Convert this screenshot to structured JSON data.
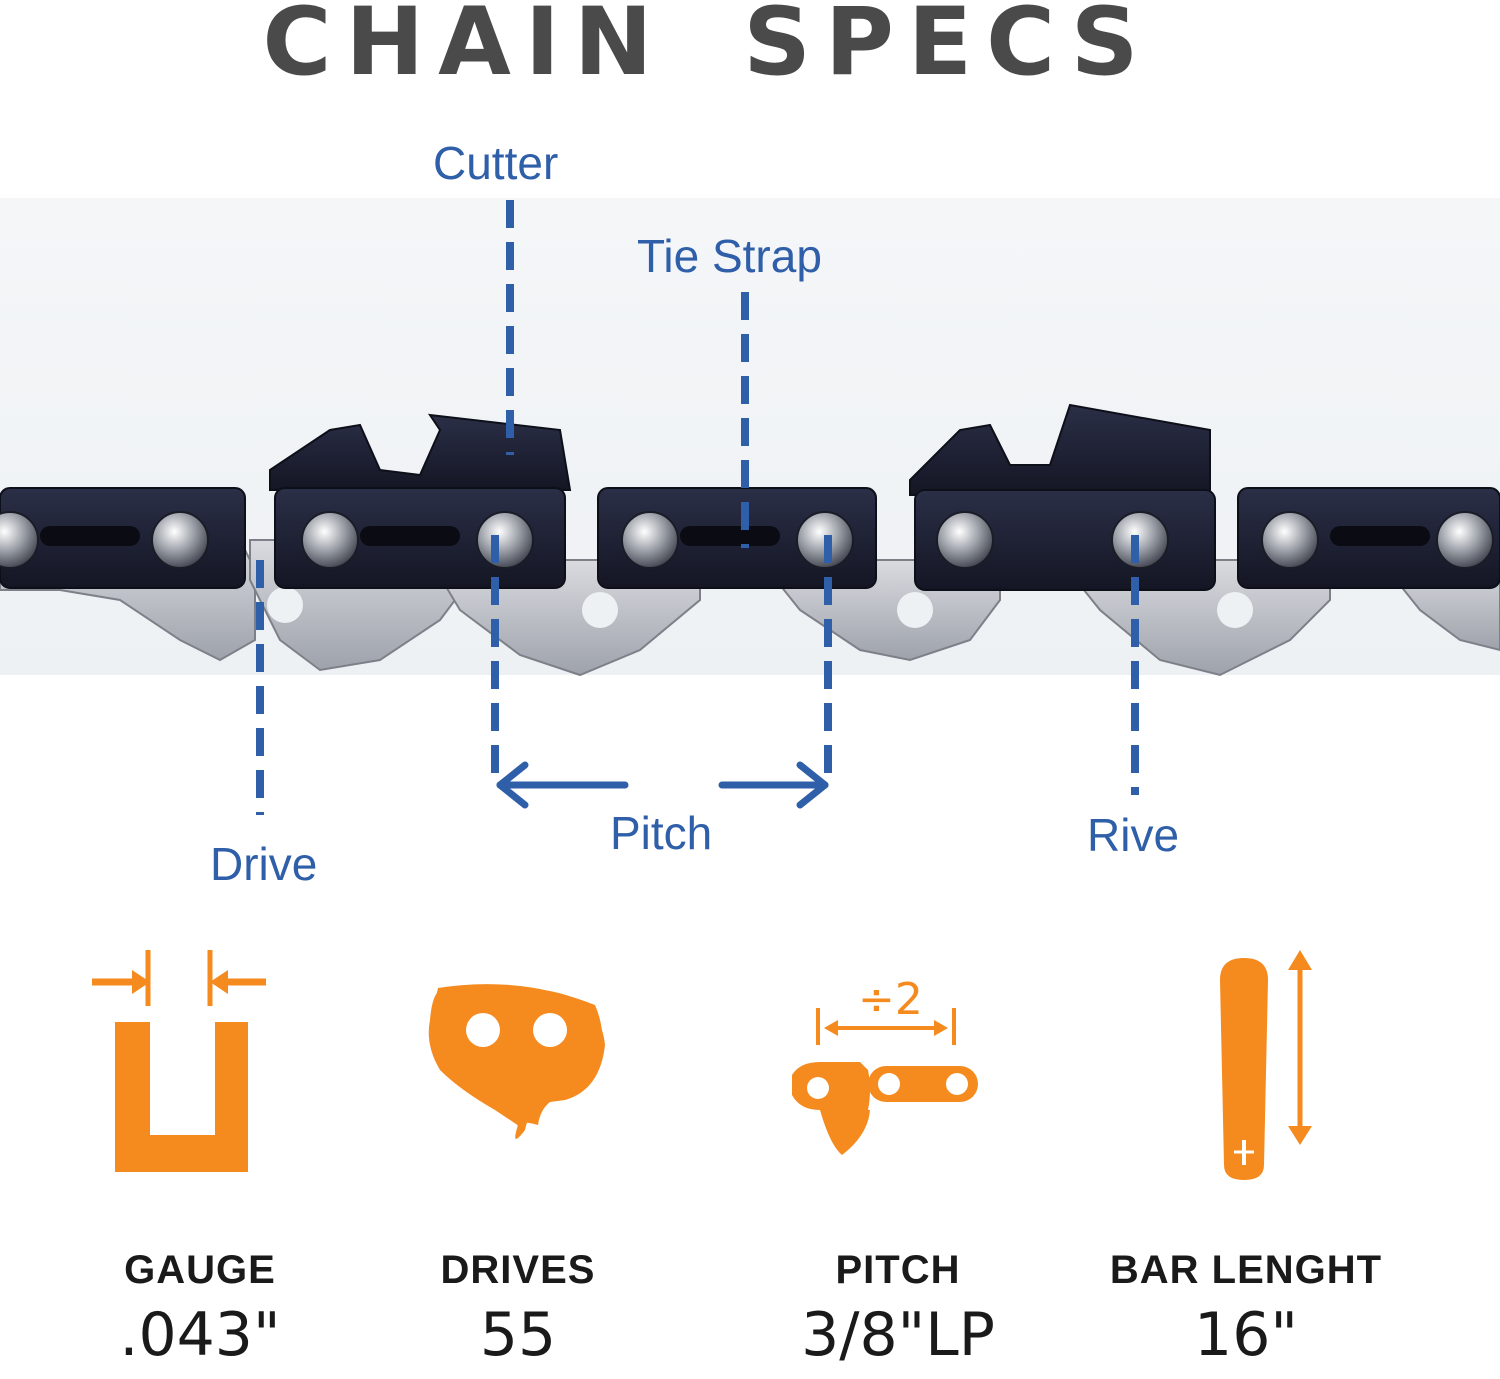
{
  "title": "CHAIN SPECS",
  "colors": {
    "callout_blue": "#2f5fa8",
    "icon_orange": "#f58a1f",
    "title_gray": "#4a4a4a",
    "chain_dark": "#1f2236",
    "chain_silver": "#b9bcc2"
  },
  "callouts": {
    "cutter": "Cutter",
    "tie_strap": "Tie Strap",
    "drive": "Drive",
    "pitch": "Pitch",
    "rive": "Rive"
  },
  "specs": [
    {
      "icon": "gauge-icon",
      "label": "GAUGE",
      "value": ".043\""
    },
    {
      "icon": "drive-link-icon",
      "label": "DRIVES",
      "value": "55"
    },
    {
      "icon": "pitch-icon",
      "label": "PITCH",
      "value": "3/8\"LP"
    },
    {
      "icon": "bar-length-icon",
      "label": "BAR LENGHT",
      "value": "16\""
    }
  ],
  "pitch_icon_text": "÷2"
}
